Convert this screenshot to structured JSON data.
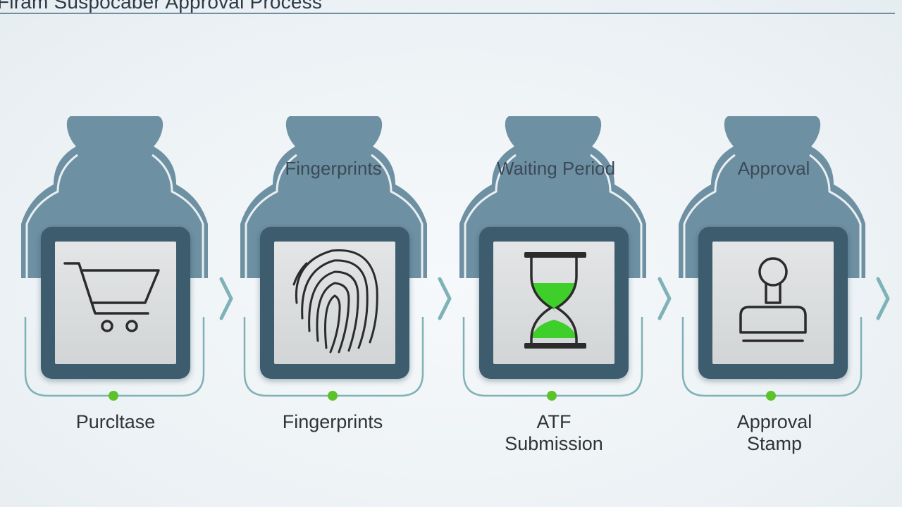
{
  "title": "Firam Suspocaber Approval Process",
  "colors": {
    "shape": "#6e90a3",
    "frame": "#3e5c6e",
    "tile": "#d9dcdd",
    "accent": "#3fcf2a",
    "dot": "#5bc22a",
    "arrow": "#7fb2b6"
  },
  "steps": [
    {
      "top_label": "",
      "bottom_label": "Purcltase",
      "icon": "shopping-cart-icon"
    },
    {
      "top_label": "Fingerprints",
      "bottom_label": "Fingerprints",
      "icon": "fingerprint-icon"
    },
    {
      "top_label": "Waiting Period",
      "bottom_label": "ATF\nSubmission",
      "icon": "hourglass-icon"
    },
    {
      "top_label": "Approval",
      "bottom_label": "Approval\nStamp",
      "icon": "stamp-icon"
    }
  ]
}
